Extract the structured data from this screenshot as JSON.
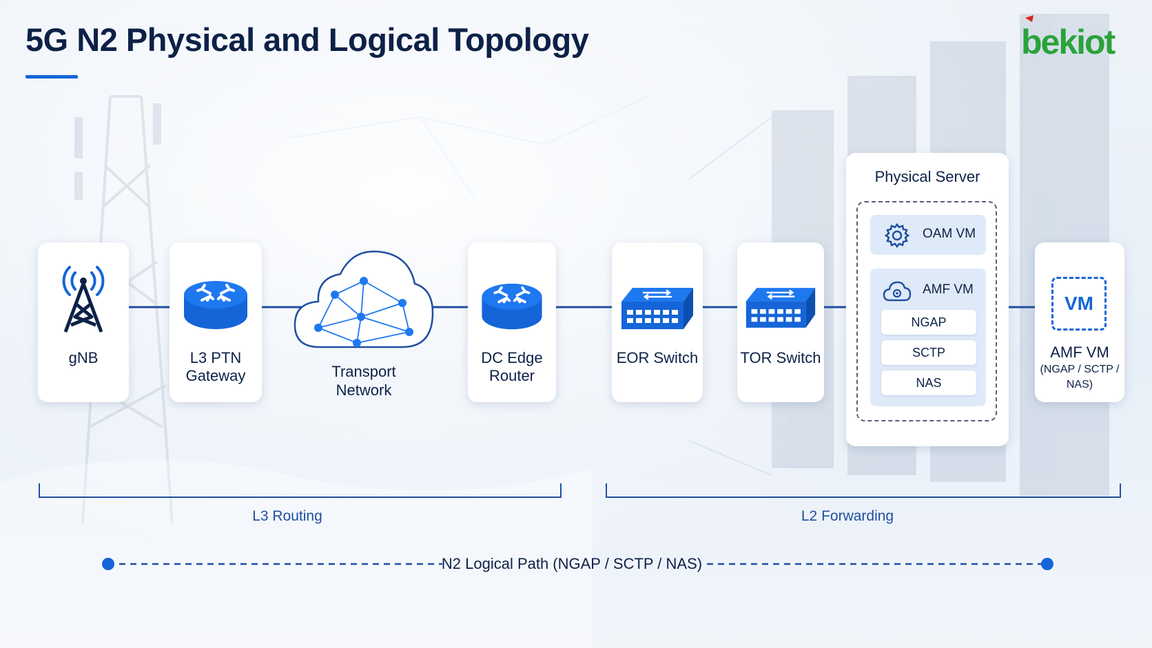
{
  "title": "5G N2 Physical and Logical Topology",
  "brand": {
    "logo_text": "bekiot",
    "accent_green": "#2aa33a",
    "accent_red": "#d9261c"
  },
  "colors": {
    "primary": "#1565d8",
    "text": "#0d2147",
    "line": "#1f4fa0"
  },
  "nodes": {
    "gnb": {
      "label": "gNB",
      "icon": "cell-tower-icon"
    },
    "ptn": {
      "label_line1": "L3 PTN",
      "label_line2": "Gateway",
      "icon": "router-icon"
    },
    "transport": {
      "label_line1": "Transport",
      "label_line2": "Network",
      "icon": "cloud-network-icon"
    },
    "dc_edge": {
      "label_line1": "DC Edge",
      "label_line2": "Router",
      "icon": "router-icon"
    },
    "eor": {
      "label": "EOR Switch",
      "icon": "switch-icon"
    },
    "tor": {
      "label": "TOR Switch",
      "icon": "switch-icon"
    },
    "server": {
      "title": "Physical Server",
      "oam_vm": {
        "label": "OAM VM",
        "icon": "gear-icon"
      },
      "amf_vm": {
        "label": "AMF VM",
        "icon": "cloud-gear-icon",
        "protocols": [
          "NGAP",
          "SCTP",
          "NAS"
        ]
      }
    },
    "amf": {
      "icon_text": "VM",
      "label": "AMF VM",
      "sub_line1": "(NGAP / SCTP /",
      "sub_line2": "NAS)"
    }
  },
  "segments": {
    "l3": "L3 Routing",
    "l2": "L2 Forwarding"
  },
  "logical_path": {
    "label": "N2 Logical Path (NGAP / SCTP / NAS)"
  }
}
